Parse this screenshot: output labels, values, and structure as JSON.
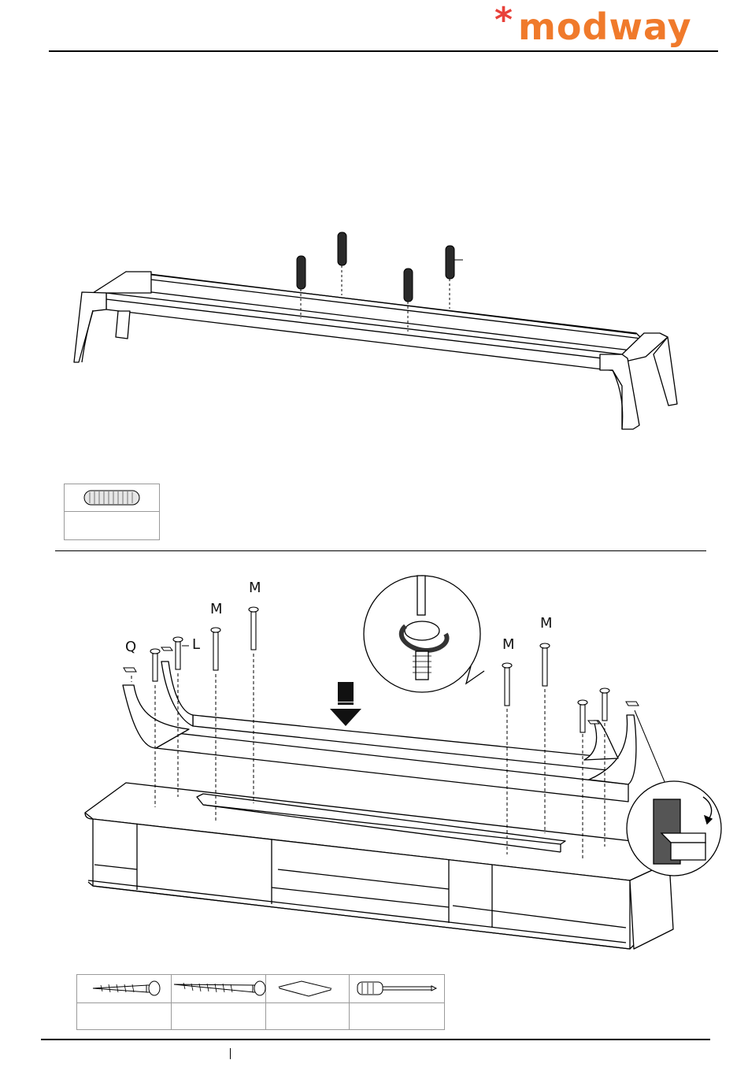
{
  "brand": {
    "logo_word": "modway",
    "logo_mark": "*",
    "color": "#f07a2b"
  },
  "step1": {
    "parts_box": {
      "icon": "wood-dowel-icon",
      "label": ""
    }
  },
  "step2": {
    "callouts": {
      "q": "Q",
      "l": "L",
      "m1": "M",
      "m2": "M",
      "m3": "M",
      "m4": "M"
    },
    "parts_table": [
      {
        "icon": "short-screw-icon",
        "label": ""
      },
      {
        "icon": "long-screw-icon",
        "label": ""
      },
      {
        "icon": "pad-icon",
        "label": ""
      },
      {
        "icon": "screwdriver-icon",
        "label": ""
      }
    ]
  },
  "icons": [
    "press-down-arrow-icon",
    "screw-detail-magnifier-icon",
    "pad-detail-magnifier-icon"
  ]
}
